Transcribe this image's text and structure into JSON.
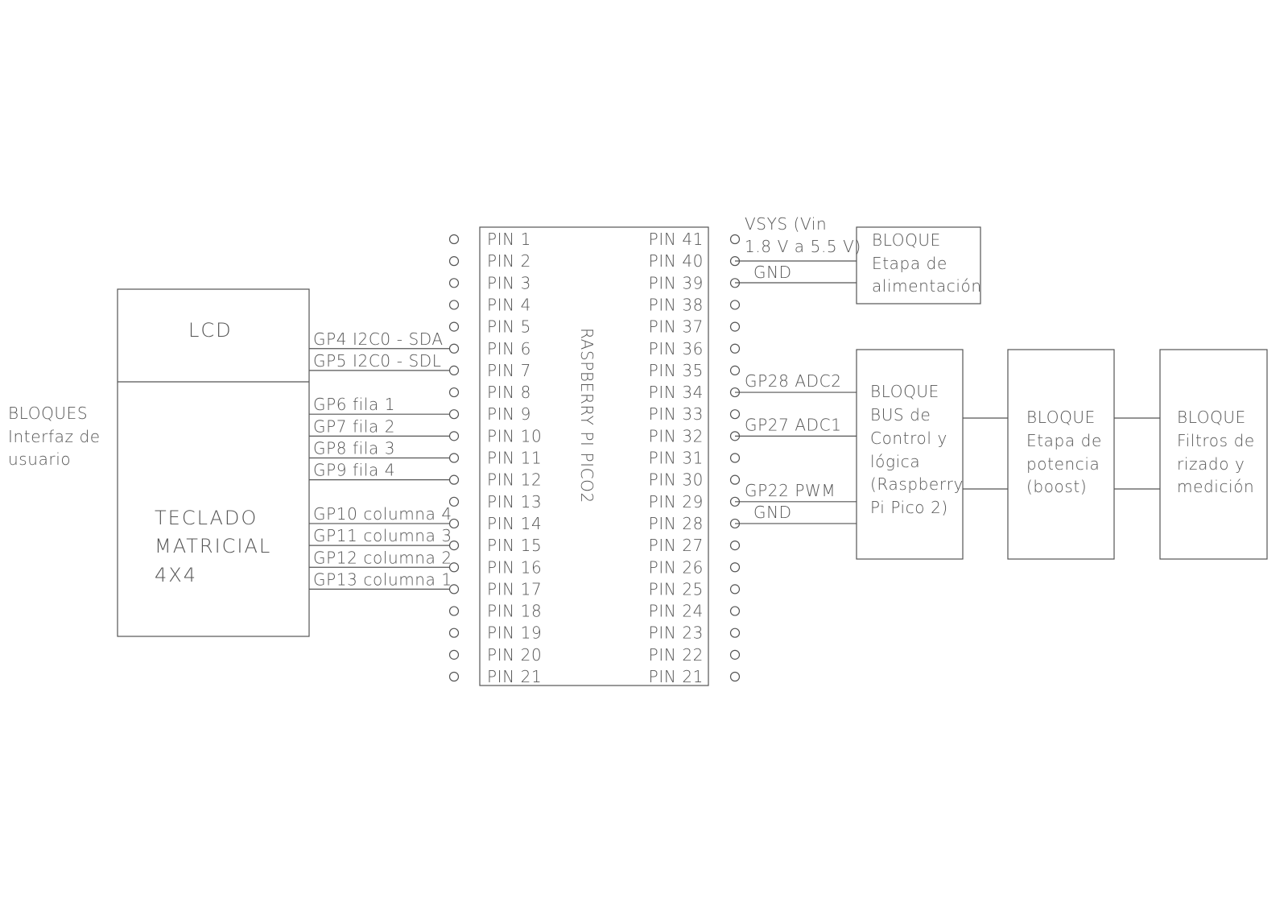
{
  "left_block_label": [
    "BLOQUES",
    "Interfaz de",
    "usuario"
  ],
  "lcd_label": "LCD",
  "keypad_label": [
    "TECLADO",
    "MATRICIAL",
    "4X4"
  ],
  "mcu_label": "RASPBERRY PI PICO2",
  "pins_left": [
    "PIN 1",
    "PIN 2",
    "PIN 3",
    "PIN 4",
    "PIN 5",
    "PIN 6",
    "PIN 7",
    "PIN 8",
    "PIN 9",
    "PIN 10",
    "PIN 11",
    "PIN 12",
    "PIN 13",
    "PIN 14",
    "PIN 15",
    "PIN 16",
    "PIN 17",
    "PIN 18",
    "PIN 19",
    "PIN 20",
    "PIN 21"
  ],
  "pins_right": [
    "PIN 41",
    "PIN 40",
    "PIN 39",
    "PIN 38",
    "PIN 37",
    "PIN 36",
    "PIN 35",
    "PIN 34",
    "PIN 33",
    "PIN 32",
    "PIN 31",
    "PIN 30",
    "PIN 29",
    "PIN 28",
    "PIN 27",
    "PIN 26",
    "PIN 25",
    "PIN 24",
    "PIN 23",
    "PIN 22",
    "PIN 21"
  ],
  "left_signals": [
    {
      "label": "GP4 I2C0 - SDA",
      "pin_index": 5,
      "source": "lcd"
    },
    {
      "label": "GP5 I2C0 - SDL",
      "pin_index": 6,
      "source": "lcd"
    },
    {
      "label": "GP6 fila 1",
      "pin_index": 8,
      "source": "keypad"
    },
    {
      "label": "GP7 fila 2",
      "pin_index": 9,
      "source": "keypad"
    },
    {
      "label": "GP8 fila 3",
      "pin_index": 10,
      "source": "keypad"
    },
    {
      "label": "GP9 fila 4",
      "pin_index": 11,
      "source": "keypad"
    },
    {
      "label": "GP10 columna 4",
      "pin_index": 13,
      "source": "keypad"
    },
    {
      "label": "GP11 columna 3",
      "pin_index": 14,
      "source": "keypad"
    },
    {
      "label": "GP12 columna 2",
      "pin_index": 15,
      "source": "keypad"
    },
    {
      "label": "GP13 columna 1",
      "pin_index": 16,
      "source": "keypad"
    }
  ],
  "vsys_label": [
    "VSYS (Vin",
    "1.8 V a 5.5 V)"
  ],
  "power_gnd_label": "GND",
  "power_block_label": [
    "BLOQUE",
    "Etapa de",
    "alimentación"
  ],
  "right_signals": [
    {
      "label": "GP28 ADC2",
      "pin_index": 7
    },
    {
      "label": "GP27 ADC1",
      "pin_index": 9
    },
    {
      "label": "GP22 PWM",
      "pin_index": 12
    },
    {
      "label": "GND",
      "pin_index": 13
    }
  ],
  "control_block_label": [
    "BLOQUE",
    "BUS de",
    "Control y",
    "lógica",
    "(Raspberry",
    "Pi Pico 2)"
  ],
  "power_stage_label": [
    "BLOQUE",
    "Etapa de",
    "potencia",
    "(boost)"
  ],
  "filter_block_label": [
    "BLOQUE",
    "Filtros de",
    "rizado y",
    "medición"
  ]
}
